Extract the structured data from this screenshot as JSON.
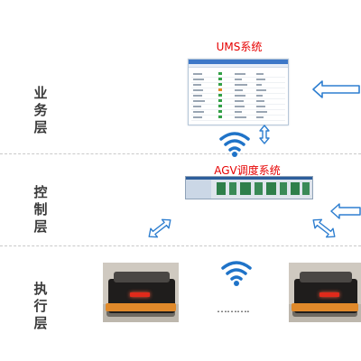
{
  "layers": [
    {
      "label": "业\n务\n层"
    },
    {
      "label": "控\n制\n层"
    },
    {
      "label": "执\n行\n层"
    }
  ],
  "systems": {
    "ums_title": "UMS系统",
    "agv_title": "AGV调度系统"
  },
  "ellipsis": "……….",
  "colors": {
    "title_red": "#e60000",
    "arrow_blue": "#2f7fd0",
    "wifi_blue": "#1f73c8",
    "layer_text": "#3a3a3a",
    "agv_orange": "#e0892a"
  },
  "icons": [
    "wifi-icon",
    "double-arrow-icon",
    "agv-vehicle"
  ]
}
